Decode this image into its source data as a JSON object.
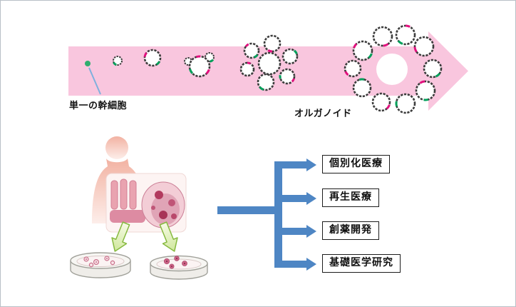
{
  "diagram": {
    "stem_cell_label": "単一の幹細胞",
    "organoid_label": "オルガノイド",
    "applications": [
      "個別化医療",
      "再生医療",
      "創薬開発",
      "基礎医学研究"
    ],
    "colors": {
      "development_arrow_pink": "#f9c6de",
      "branch_blue": "#4e86c4",
      "stem_cell_green": "#2fae6e",
      "cell_patch_green": "#00a05a",
      "cell_patch_magenta": "#e3117f",
      "transfer_arrow_green": "#86b93f"
    }
  }
}
